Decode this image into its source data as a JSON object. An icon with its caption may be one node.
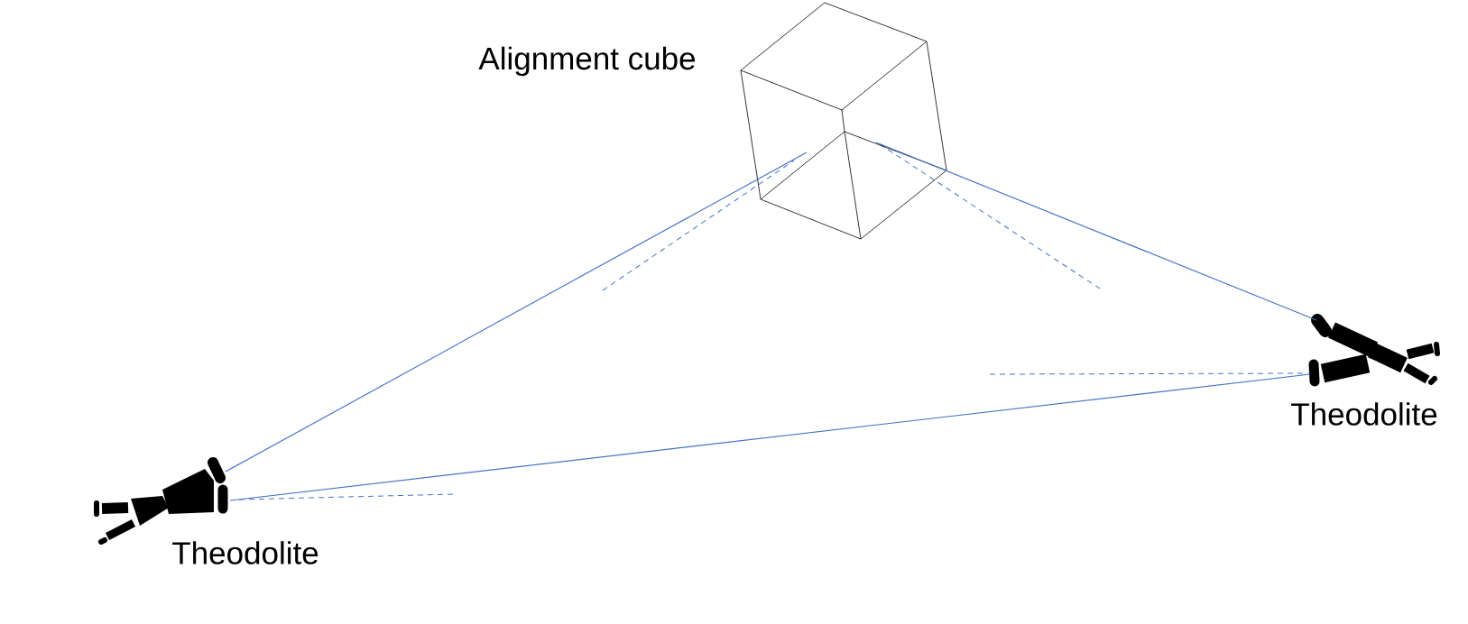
{
  "diagram": {
    "nodes": [
      {
        "text": [
          "Alignment cube"
        ]
      },
      {
        "text": [
          "Theodolite"
        ]
      },
      {
        "text": [
          "Theodolite"
        ]
      }
    ],
    "edges": [
      {
        "from": 1,
        "to": 0,
        "arrow": "none",
        "color": "#4472c4"
      },
      {
        "from": 2,
        "to": 0,
        "arrow": "none",
        "color": "#4472c4"
      },
      {
        "from": 1,
        "to": 2,
        "arrow": "none",
        "color": "#4472c4"
      }
    ]
  }
}
